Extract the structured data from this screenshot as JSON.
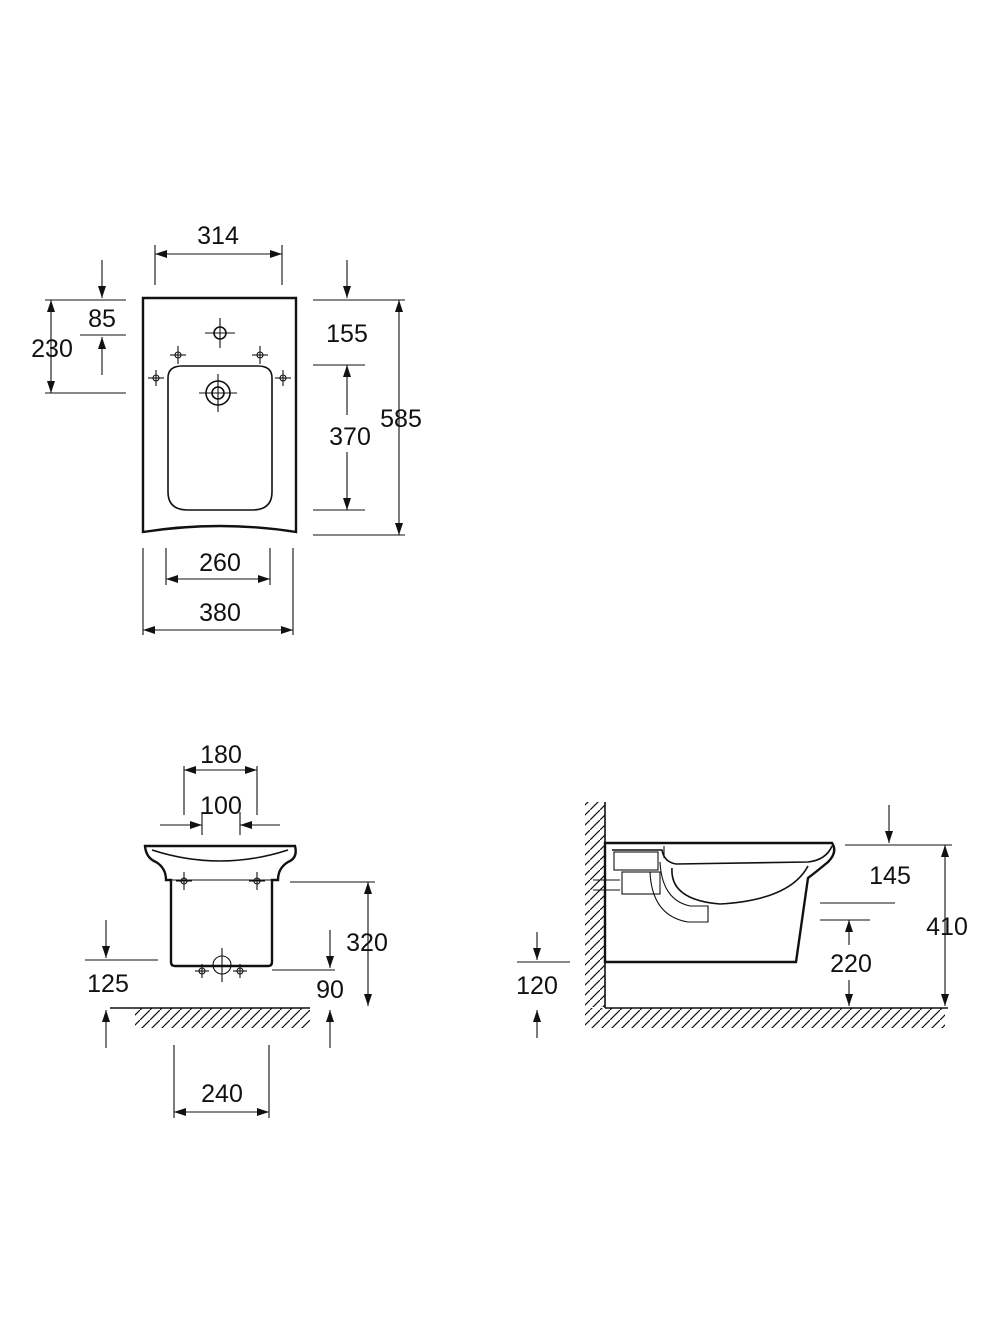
{
  "top_view": {
    "dims": {
      "d314": "314",
      "d85": "85",
      "d230": "230",
      "d155": "155",
      "d370": "370",
      "d585": "585",
      "d260": "260",
      "d380": "380"
    }
  },
  "front_view": {
    "dims": {
      "d180": "180",
      "d100": "100",
      "d320": "320",
      "d125": "125",
      "d90": "90",
      "d240": "240"
    }
  },
  "side_view": {
    "dims": {
      "d145": "145",
      "d410": "410",
      "d220": "220",
      "d120": "120"
    }
  }
}
